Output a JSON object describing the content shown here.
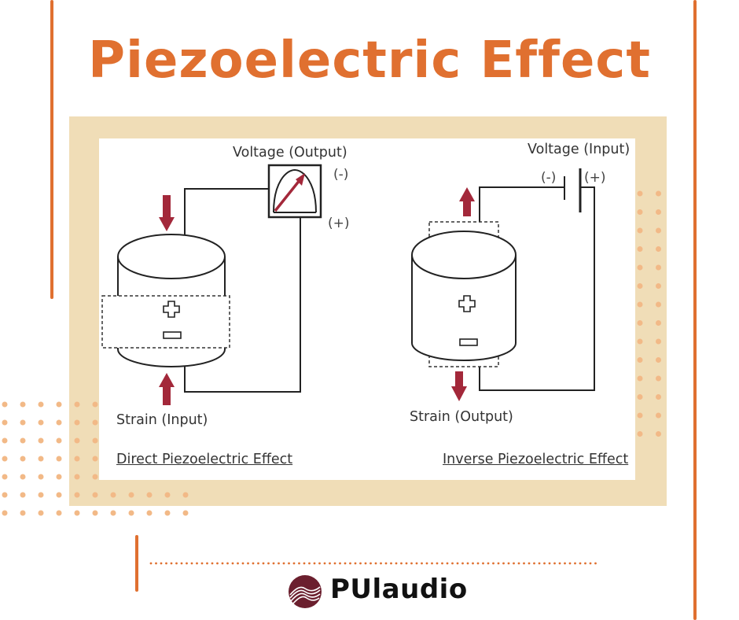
{
  "title": "Piezoelectric Effect",
  "colors": {
    "accent": "#E07030",
    "beige": "#F0DDB7",
    "dot": "#F2B987",
    "arrow": "#A3283A",
    "line": "#222222",
    "logo": "#6B1F2E"
  },
  "direct": {
    "voltage_label": "Voltage (Output)",
    "minus": "(-)",
    "plus": "(+)",
    "strain_label": "Strain (Input)",
    "caption": "Direct Piezoelectric Effect",
    "plus_symbol": "+",
    "minus_symbol": "−"
  },
  "inverse": {
    "voltage_label": "Voltage (Input)",
    "minus": "(-)",
    "plus": "(+)",
    "strain_label": "Strain (Output)",
    "caption": "Inverse Piezoelectric Effect",
    "plus_symbol": "+",
    "minus_symbol": "−"
  },
  "logo": {
    "text": "PUlaudio",
    "icon": "wave-circle-icon"
  }
}
